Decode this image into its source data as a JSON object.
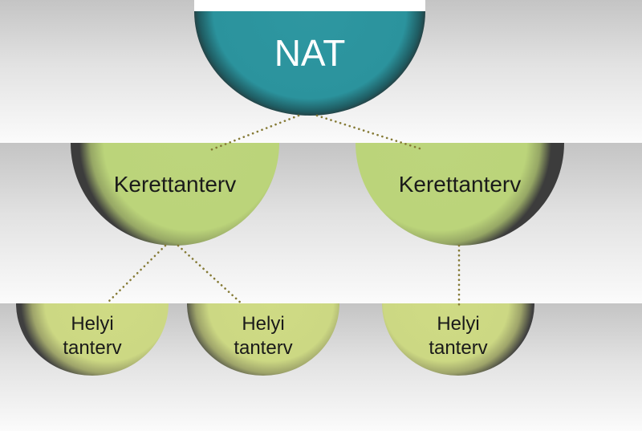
{
  "diagram": {
    "root": {
      "label": "NAT",
      "color": "#2b939d"
    },
    "frameworks": [
      {
        "label": "Kerettanterv",
        "color": "#bbd47a"
      },
      {
        "label": "Kerettanterv",
        "color": "#bbd47a"
      }
    ],
    "locals": [
      {
        "label": "Helyi\ntanterv",
        "parent": 0,
        "color": "#ccd883"
      },
      {
        "label": "Helyi\ntanterv",
        "parent": 0,
        "color": "#ccd883"
      },
      {
        "label": "Helyi\ntanterv",
        "parent": 1,
        "color": "#ccd883"
      }
    ],
    "connector_color": "#857a35",
    "connector_style": "dotted"
  }
}
